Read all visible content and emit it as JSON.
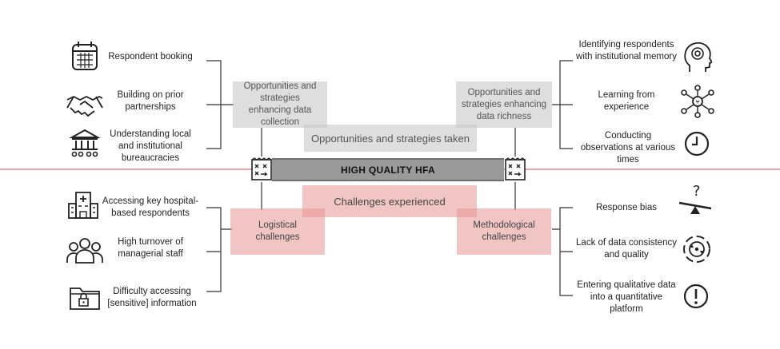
{
  "center": {
    "title": "HIGH QUALITY HFA",
    "opportunities_label": "Opportunities and strategies taken",
    "challenges_label": "Challenges experienced"
  },
  "opportunity_boxes": {
    "left": "Opportunities and strategies enhancing data collection",
    "right": "Opportunities and strategies enhancing data richness"
  },
  "challenge_boxes": {
    "left": "Logistical challenges",
    "right": "Methodological challenges"
  },
  "left_opportunities": [
    {
      "label": "Respondent booking",
      "icon": "calendar-icon"
    },
    {
      "label": "Building on prior partnerships",
      "icon": "handshake-icon"
    },
    {
      "label": "Understanding local and institutional bureaucracies",
      "icon": "institution-icon"
    }
  ],
  "right_opportunities": [
    {
      "label": "Identifying respondents with institutional memory",
      "icon": "head-memory-icon"
    },
    {
      "label": "Learning from experience",
      "icon": "network-lightbulb-icon"
    },
    {
      "label": "Conducting observations at various times",
      "icon": "clock-icon"
    }
  ],
  "left_challenges": [
    {
      "label": "Accessing key hospital-based respondents",
      "icon": "hospital-icon"
    },
    {
      "label": "High turnover of managerial staff",
      "icon": "people-group-icon"
    },
    {
      "label": "Difficulty accessing [sensitive] information",
      "icon": "locked-folder-icon"
    }
  ],
  "right_challenges": [
    {
      "label": "Response bias",
      "icon": "balance-question-icon"
    },
    {
      "label": "Lack of data consistency and quality",
      "icon": "circular-arrows-icon"
    },
    {
      "label": "Entering qualitative data into a quantitative platform",
      "icon": "exclamation-icon"
    }
  ],
  "colors": {
    "divider": "#d9737a",
    "grey_box": "#c8c8c8",
    "pink_box": "#e89696",
    "bar": "#9a9a9a"
  }
}
